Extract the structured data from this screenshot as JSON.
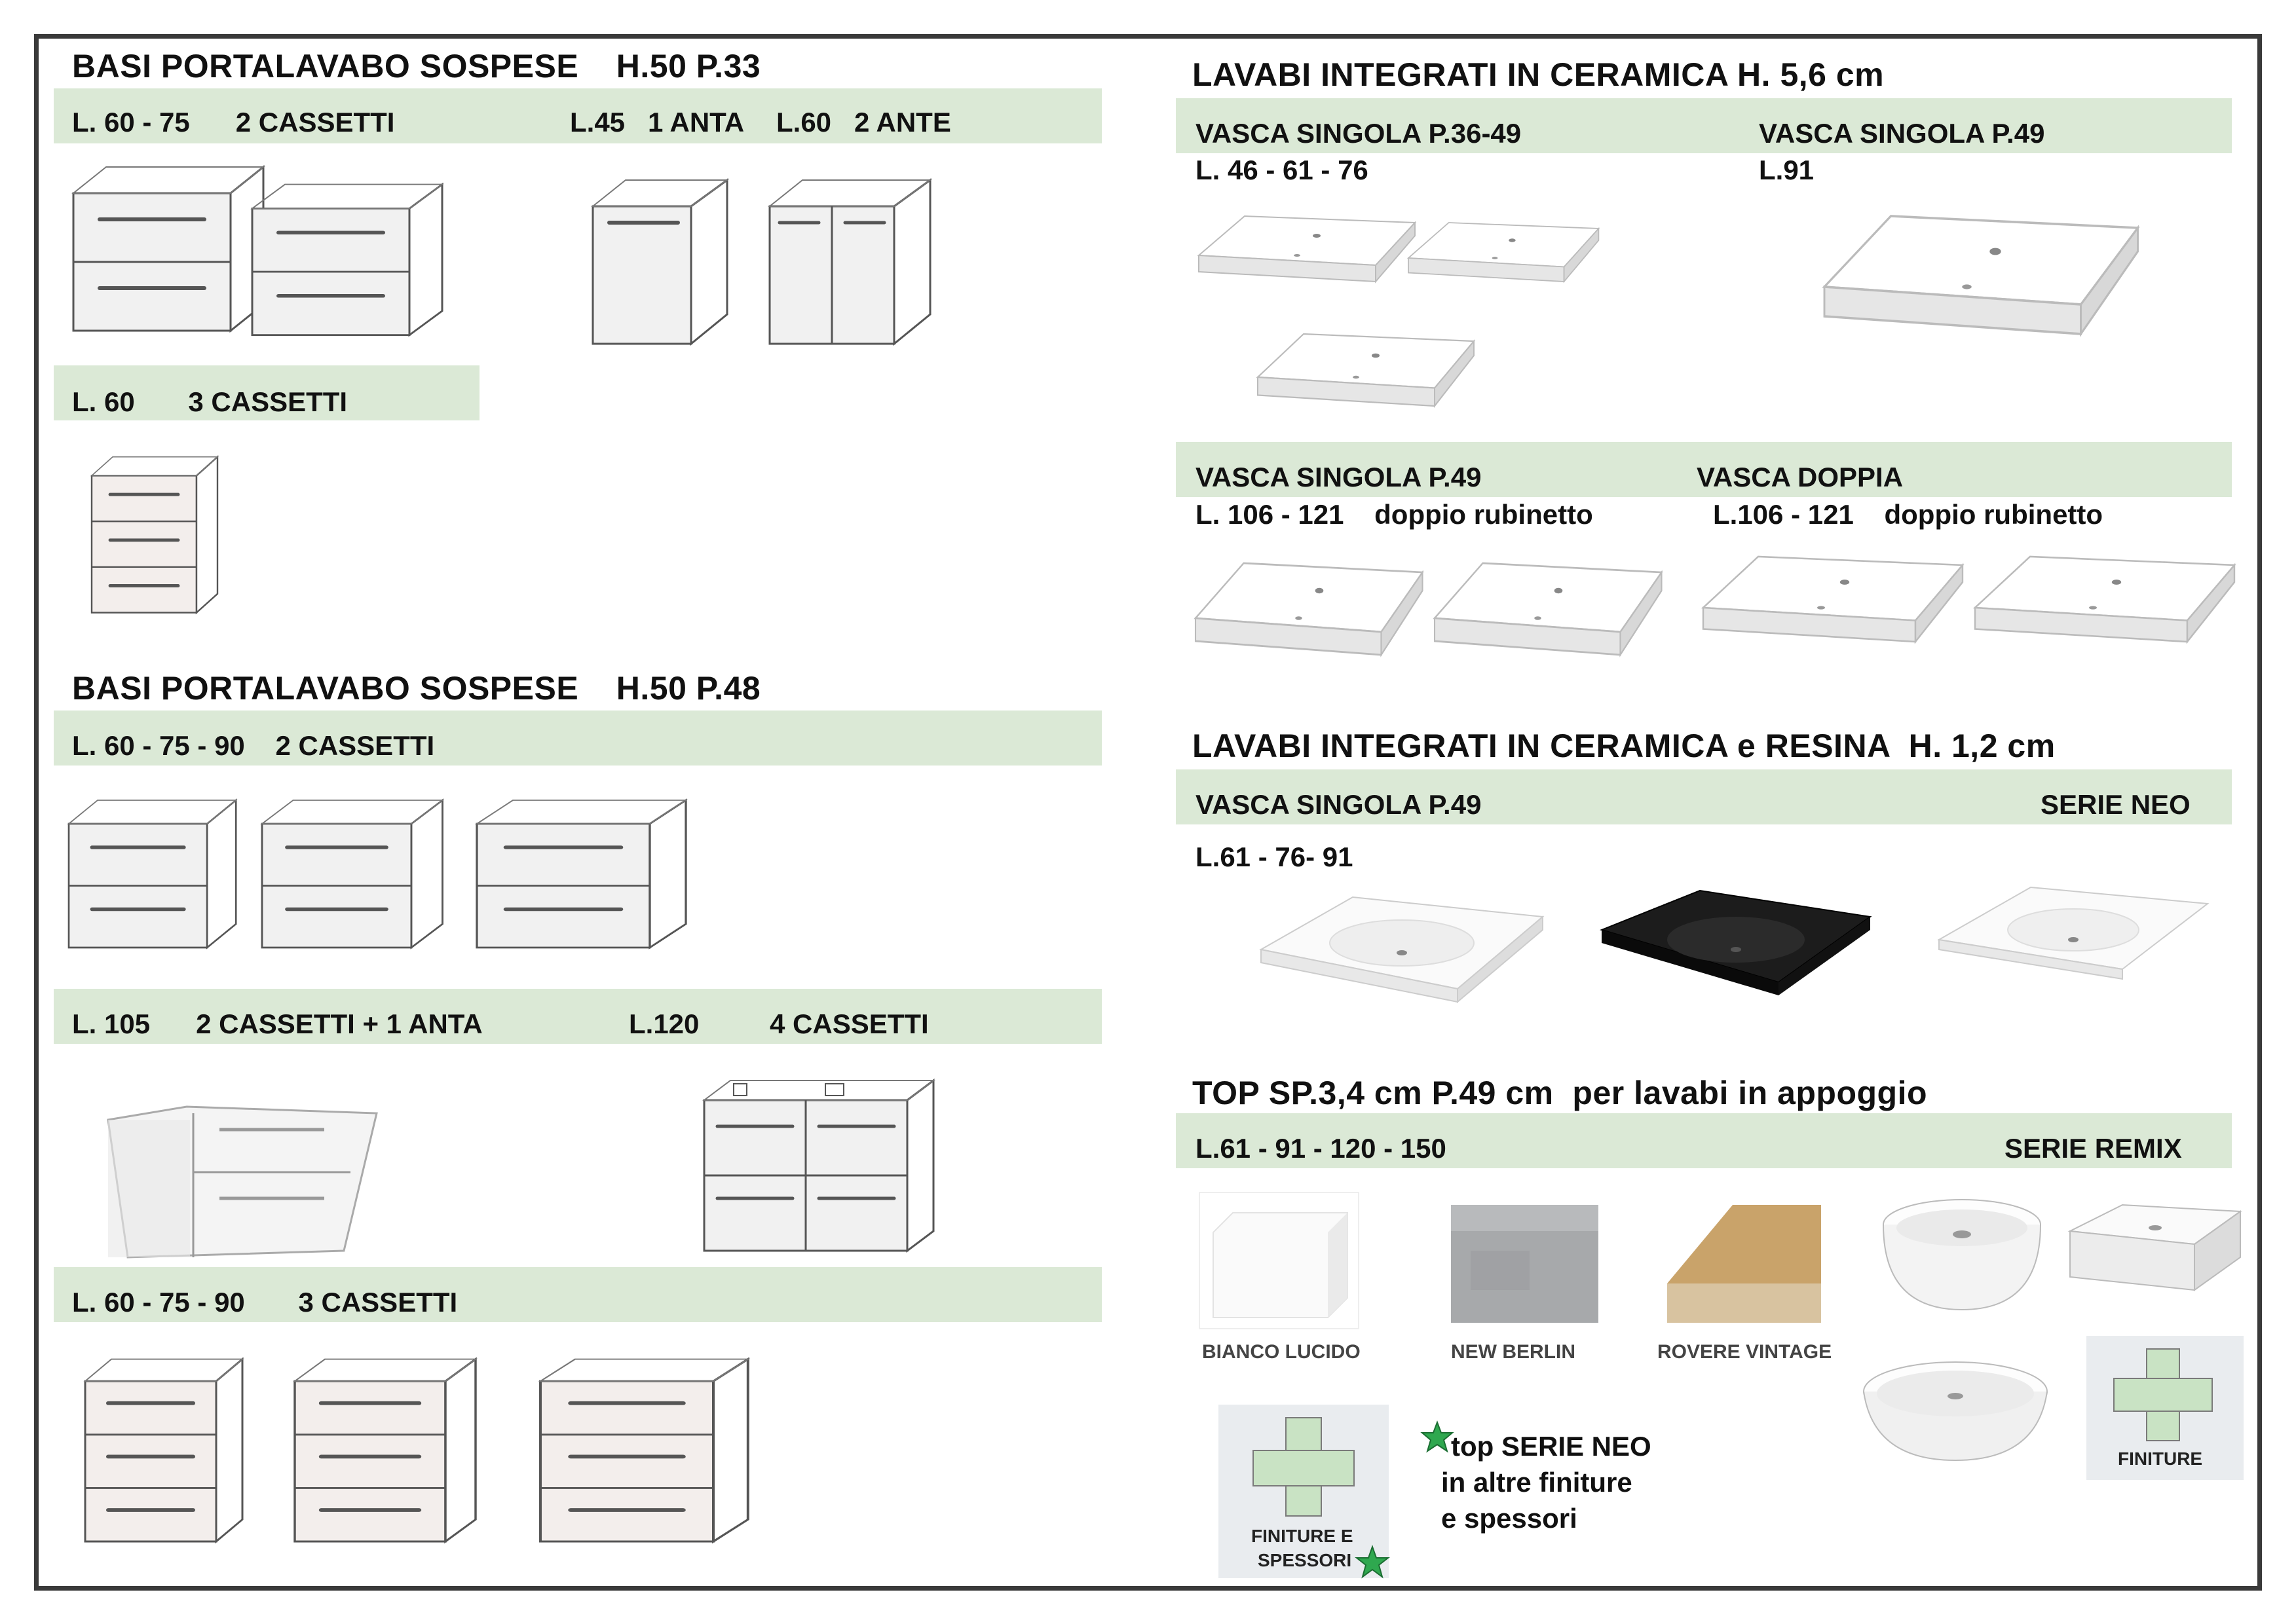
{
  "left": {
    "section1": {
      "title": "BASI PORTALAVABO SOSPESE    H.50 P.33",
      "row1": {
        "a": "L. 60 - 75      2 CASSETTI",
        "b": "L.45   1 ANTA",
        "c": "L.60   2 ANTE"
      },
      "row2": {
        "a": "L. 60       3 CASSETTI"
      }
    },
    "section2": {
      "title": "BASI PORTALAVABO SOSPESE    H.50 P.48",
      "row1": {
        "a": "L. 60 - 75 - 90    2 CASSETTI"
      },
      "row2": {
        "a": "L. 105      2 CASSETTI + 1 ANTA",
        "b": "L.120",
        "c": "4 CASSETTI"
      },
      "row3": {
        "a": "L. 60 - 75 - 90       3 CASSETTI"
      }
    }
  },
  "right": {
    "section1": {
      "title": "LAVABI INTEGRATI IN CERAMICA H. 5,6 cm",
      "row1": {
        "a": "VASCA SINGOLA P.36-49",
        "a_sub": "L. 46 - 61 - 76",
        "b": "VASCA SINGOLA P.49",
        "b_sub": "L.91"
      },
      "row2": {
        "a": "VASCA SINGOLA P.49",
        "a_sub": "L. 106 - 121    doppio rubinetto",
        "b": "VASCA DOPPIA",
        "b_sub": "L.106 - 121    doppio rubinetto"
      }
    },
    "section2": {
      "title": "LAVABI INTEGRATI IN CERAMICA e RESINA  H. 1,2 cm",
      "row1": {
        "a": "VASCA SINGOLA P.49",
        "b": "SERIE NEO",
        "a_sub": "L.61 - 76- 91"
      }
    },
    "section3": {
      "title": "TOP SP.3,4 cm P.49 cm  per lavabi in appoggio",
      "row1": {
        "a": "L.61 - 91 - 120 - 150",
        "b": "SERIE REMIX"
      },
      "finishes": [
        "BIANCO LUCIDO",
        "NEW BERLIN",
        "ROVERE VINTAGE"
      ],
      "finiture_e_spessori": {
        "line1": "FINITURE E",
        "line2": "SPESSORI"
      },
      "note": {
        "line1": "top SERIE NEO",
        "line2": "in altre finiture",
        "line3": "e spessori"
      },
      "finiture": "FINITURE"
    }
  },
  "colors": {
    "band": "#dbe9d6",
    "frame": "#3a3a3a",
    "star": "#2fa84f",
    "plus": "#b9d9b4"
  }
}
